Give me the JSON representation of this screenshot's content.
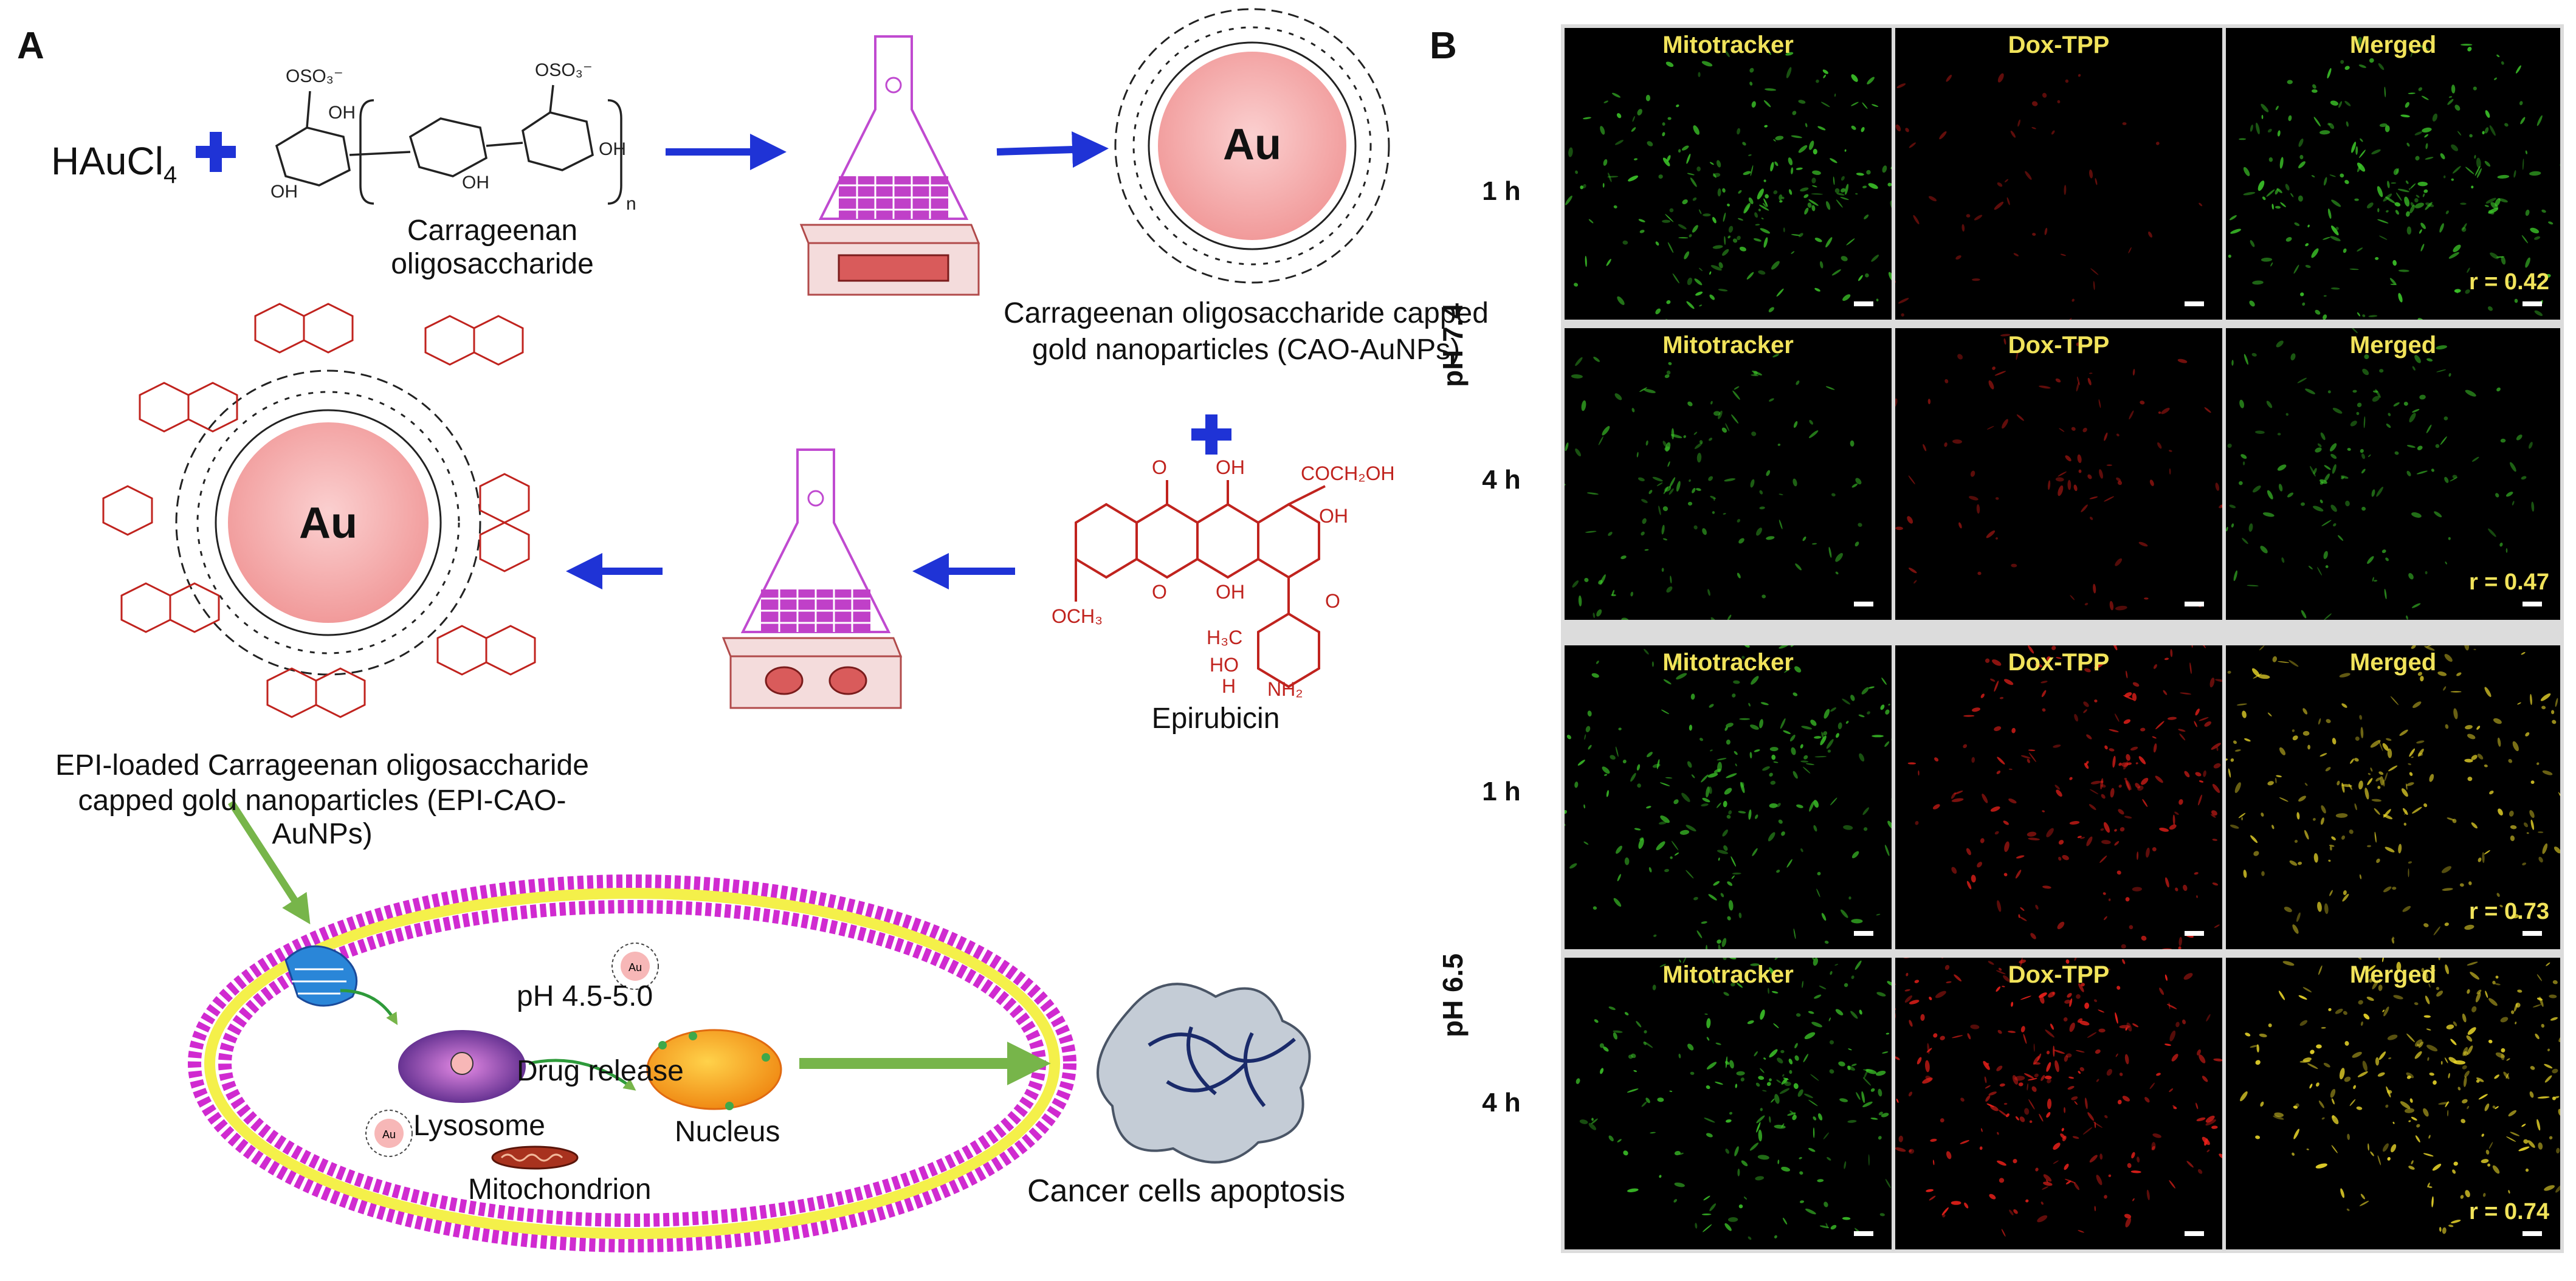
{
  "panel_a": {
    "letter": "A",
    "reagent_formula": "HAuCl",
    "reagent_subscript": "4",
    "oligo_label": "Carrageenan oligosaccharide",
    "oligo_n": "n",
    "oligo_groups": [
      "OSO₃⁻",
      "OH",
      "OH",
      "OH",
      "OH",
      "OSO₃⁻"
    ],
    "cao_gold_label": "Au",
    "cao_caption_line1": "Carrageenan oligosaccharide capped",
    "cao_caption_line2": "gold nanoparticles (CAO-AuNPs)",
    "epi_gold_label": "Au",
    "epi_caption_line1": "EPI-loaded Carrageenan oligosaccharide",
    "epi_caption_line2": "capped gold nanoparticles (EPI-CAO-AuNPs)",
    "epirubicin_label": "Epirubicin",
    "epi_groups": [
      "O",
      "OH",
      "COCH₂OH",
      "OH",
      "OCH₃",
      "O",
      "OH",
      "H₃C",
      "HO",
      "NH₂",
      "H",
      "O"
    ],
    "cell": {
      "ph_label": "pH 4.5-5.0",
      "lysosome_label": "Lysosome",
      "drug_release_label": "Drug release",
      "nucleus_label": "Nucleus",
      "mitochondrion_label": "Mitochondrion",
      "small_np_label": "Au"
    },
    "apoptosis_label": "Cancer cells apoptosis"
  },
  "panel_b": {
    "letter": "B",
    "columns": [
      "Mitotracker",
      "Dox-TPP",
      "Merged"
    ],
    "groups": [
      {
        "ph": "pH 7.4",
        "rows": [
          {
            "time": "1 h",
            "r": "r = 0.42"
          },
          {
            "time": "4 h",
            "r": "r = 0.47"
          }
        ]
      },
      {
        "ph": "pH 6.5",
        "rows": [
          {
            "time": "1 h",
            "r": "r = 0.73"
          },
          {
            "time": "4 h",
            "r": "r = 0.74"
          }
        ]
      }
    ]
  },
  "colors": {
    "blue_arrow": "#1f33d6",
    "green_arrow": "#77b54a",
    "gold_np": "#f7b7b7",
    "drug_red": "#c0231e",
    "membrane_magenta": "#d02ad0",
    "membrane_yellow": "#f4f04a",
    "micro_green": "#3ecb2a",
    "micro_red": "#e8201a",
    "micro_yellow": "#e8d52a"
  }
}
